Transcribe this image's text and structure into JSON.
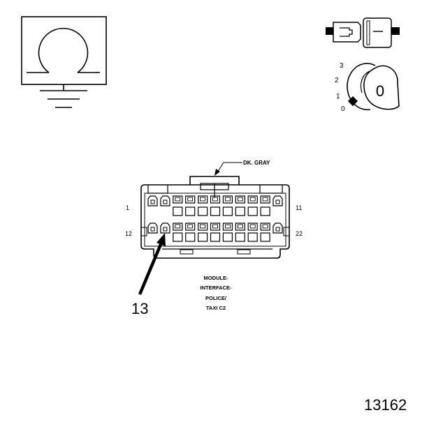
{
  "ohm_symbol": "Ω",
  "ignition": {
    "positions": [
      "3",
      "2",
      "1",
      "0"
    ],
    "key_label": "0"
  },
  "connector": {
    "color_label": "DK. GRAY",
    "pin_left_top": "1",
    "pin_right_top": "11",
    "pin_left_bottom": "12",
    "pin_right_bottom": "22",
    "callout": "13",
    "name_lines": [
      "MODULE-",
      "INTERFACE-",
      "POLICE/",
      "TAXI C2"
    ]
  },
  "figure_number": "13162"
}
